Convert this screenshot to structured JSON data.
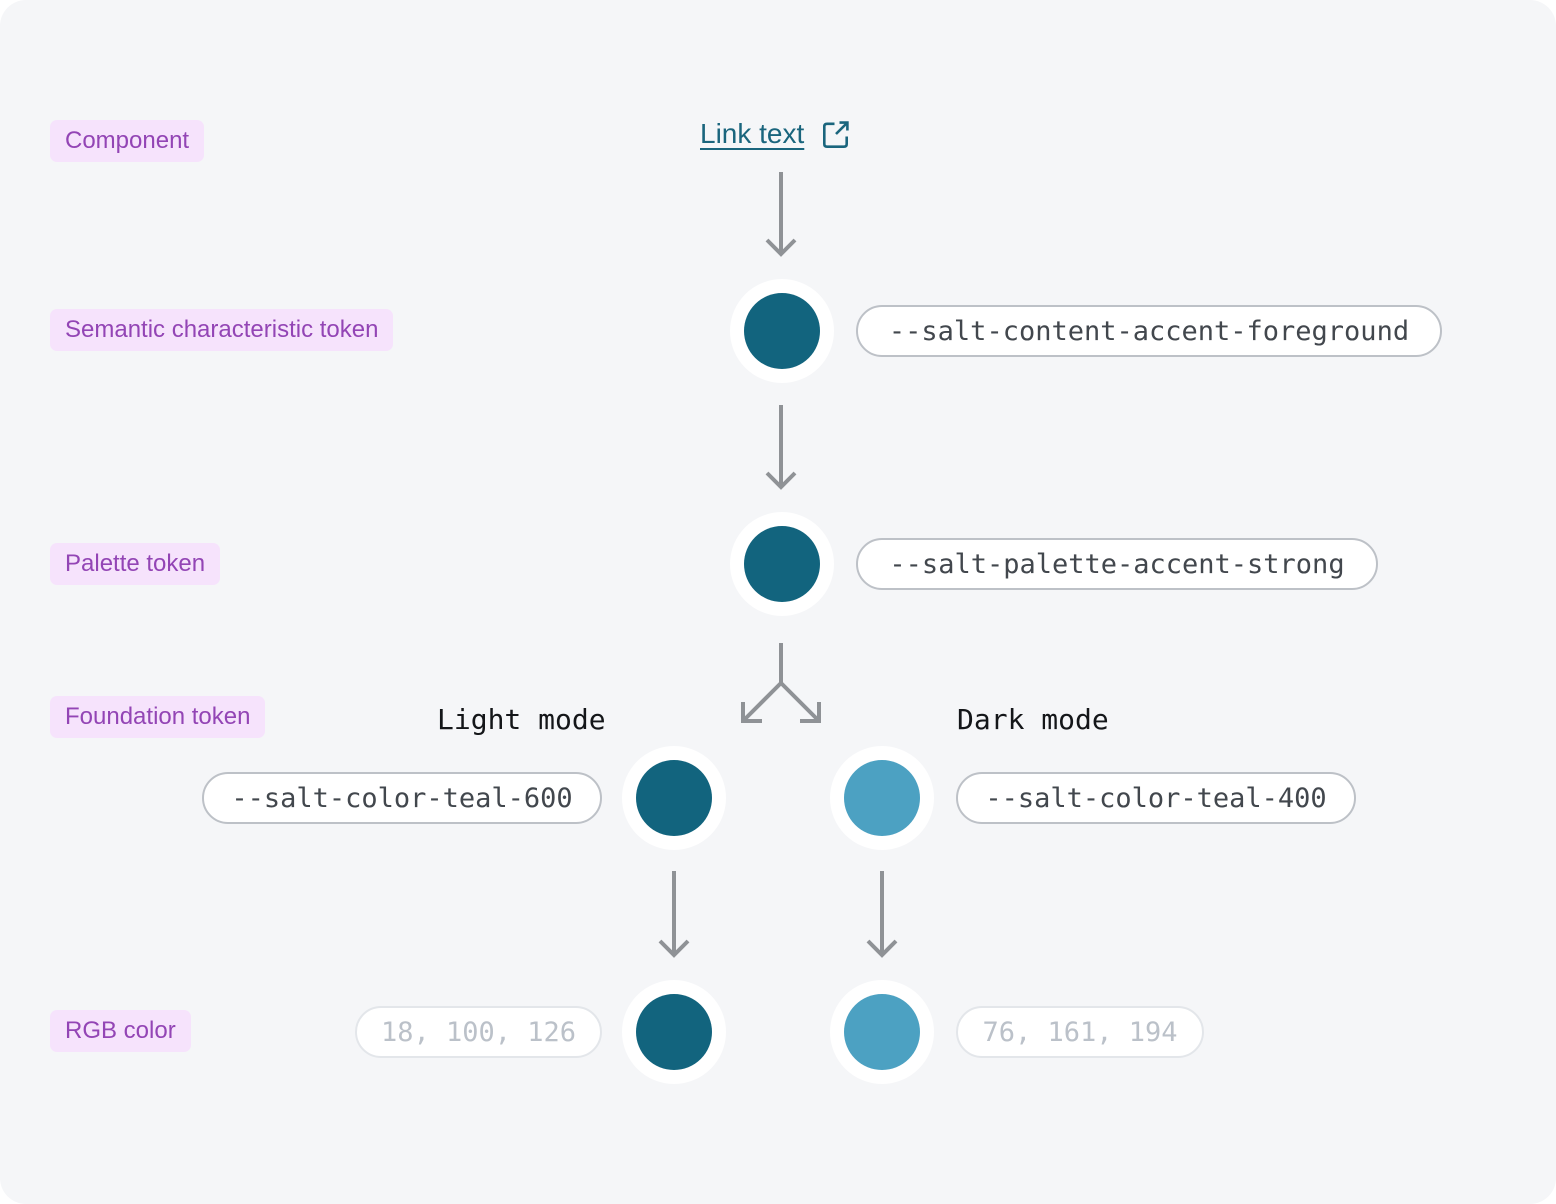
{
  "colors": {
    "background": "#f5f6f8",
    "tag_background": "#f6e3fc",
    "tag_text": "#9345b5",
    "teal_dark": "#12647e",
    "teal_light": "#4ca1c2",
    "link_text": "#1a657d",
    "pill_border": "#bdc1c7",
    "pill_text": "#42474d",
    "rgb_pill_border": "#e3e6ea",
    "rgb_pill_text": "#bbc1c9",
    "arrow": "#8f9296"
  },
  "row_labels": {
    "component": "Component",
    "semantic": "Semantic characteristic token",
    "palette": "Palette token",
    "foundation": "Foundation token",
    "rgb": "RGB color"
  },
  "link": {
    "label": "Link text",
    "icon": "external-link-icon"
  },
  "tokens": {
    "semantic": "--salt-content-accent-foreground",
    "palette": "--salt-palette-accent-strong",
    "foundation_light": "--salt-color-teal-600",
    "foundation_dark": "--salt-color-teal-400",
    "rgb_light": "18, 100, 126",
    "rgb_dark": "76, 161, 194"
  },
  "modes": {
    "light": "Light mode",
    "dark": "Dark mode"
  }
}
